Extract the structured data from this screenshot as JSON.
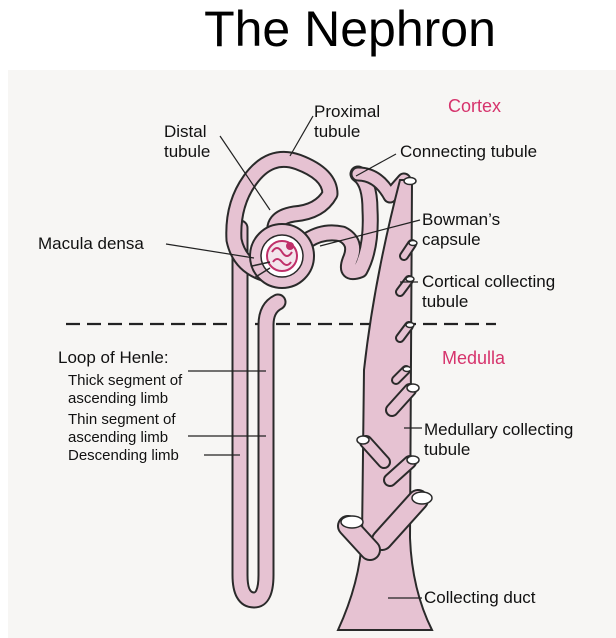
{
  "slide": {
    "title": "The Nephron"
  },
  "regions": {
    "cortex": "Cortex",
    "medulla": "Medulla"
  },
  "labels": {
    "proximal_tubule": [
      "Proximal",
      "tubule"
    ],
    "distal_tubule": [
      "Distal",
      "tubule"
    ],
    "connecting_tubule": "Connecting tubule",
    "bowmans_capsule": [
      "Bowman’s",
      "capsule"
    ],
    "macula_densa": "Macula densa",
    "cortical_collecting_tubule": [
      "Cortical collecting",
      "tubule"
    ],
    "loop_of_henle": "Loop of Henle:",
    "thick_segment": [
      "Thick segment of",
      "ascending limb"
    ],
    "thin_segment": [
      "Thin segment of",
      "ascending limb"
    ],
    "descending_limb": "Descending limb",
    "medullary_collecting_tubule": [
      "Medullary collecting",
      "tubule"
    ],
    "collecting_duct": "Collecting duct"
  },
  "colors": {
    "tubule_fill": "#e6c2d2",
    "tubule_stroke": "#2a2a2a",
    "region_label": "#d6336c",
    "glomerulus": "#c0306a"
  }
}
